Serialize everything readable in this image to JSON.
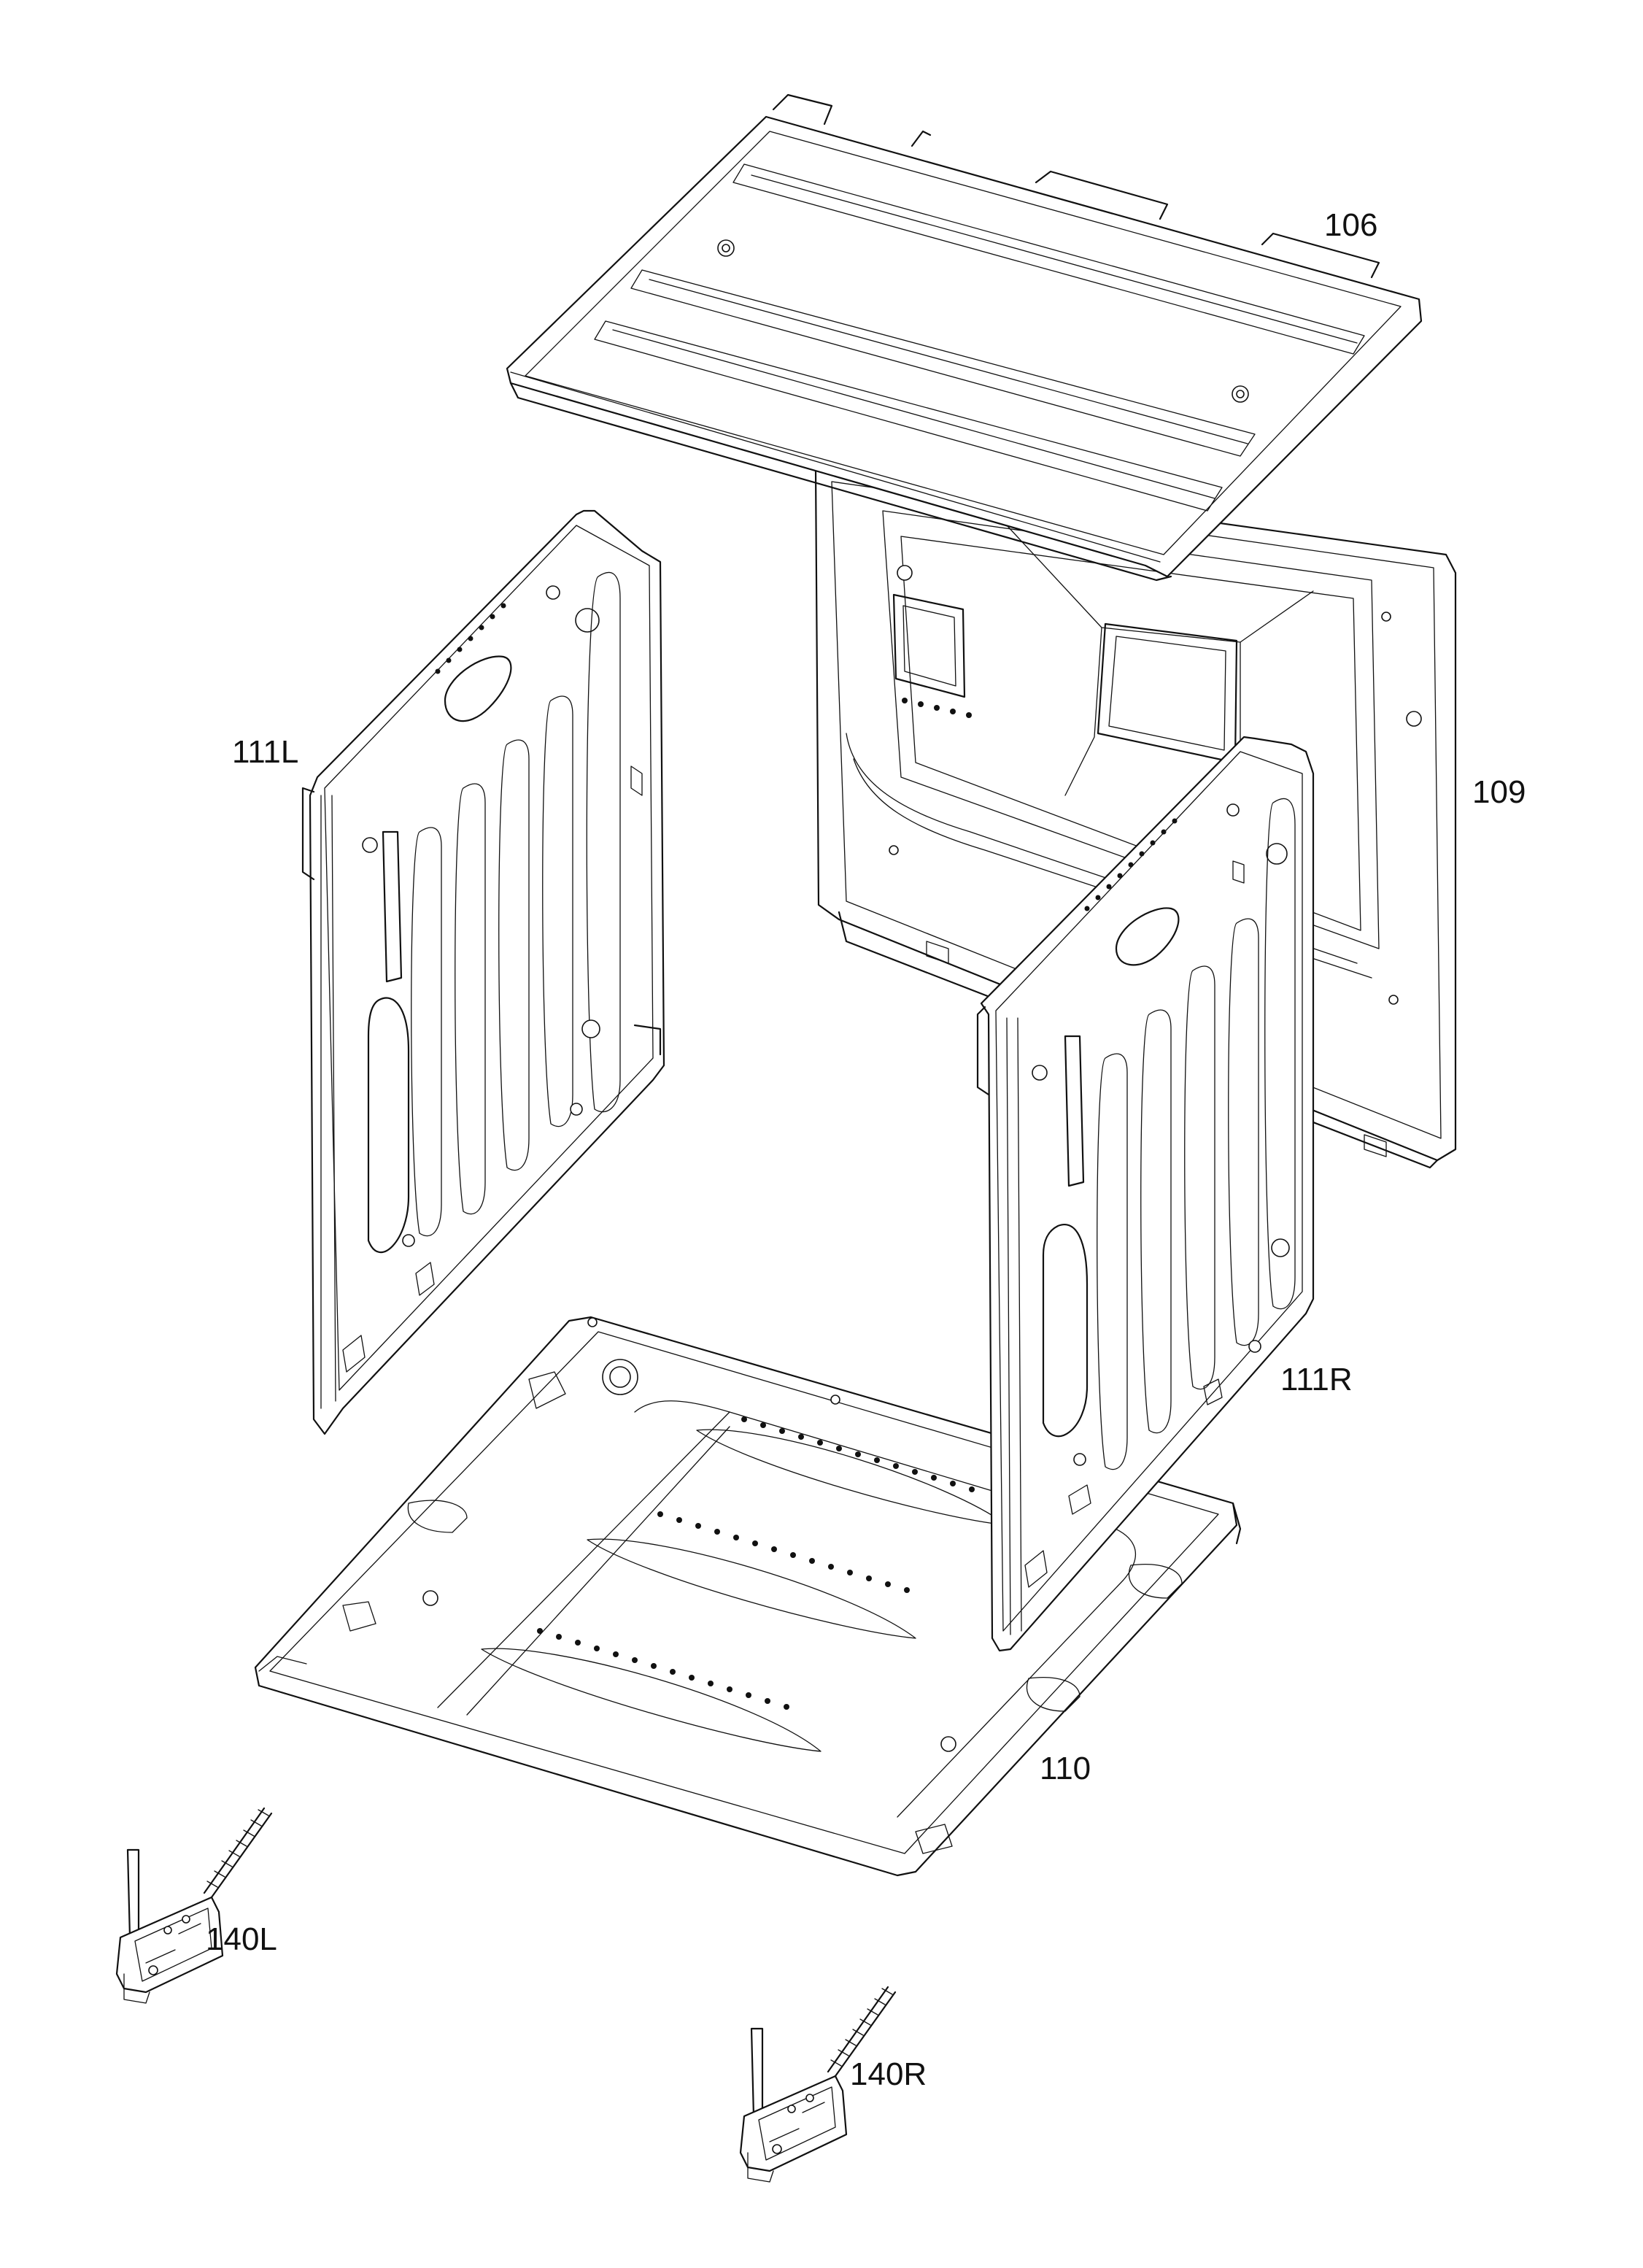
{
  "diagram": {
    "parts": [
      {
        "id": "top_panel",
        "label": "106"
      },
      {
        "id": "back_panel",
        "label": "109"
      },
      {
        "id": "side_left",
        "label": "111L"
      },
      {
        "id": "side_right",
        "label": "111R"
      },
      {
        "id": "bottom_panel",
        "label": "110"
      },
      {
        "id": "hinge_left",
        "label": "140L"
      },
      {
        "id": "hinge_right",
        "label": "140R"
      }
    ]
  }
}
